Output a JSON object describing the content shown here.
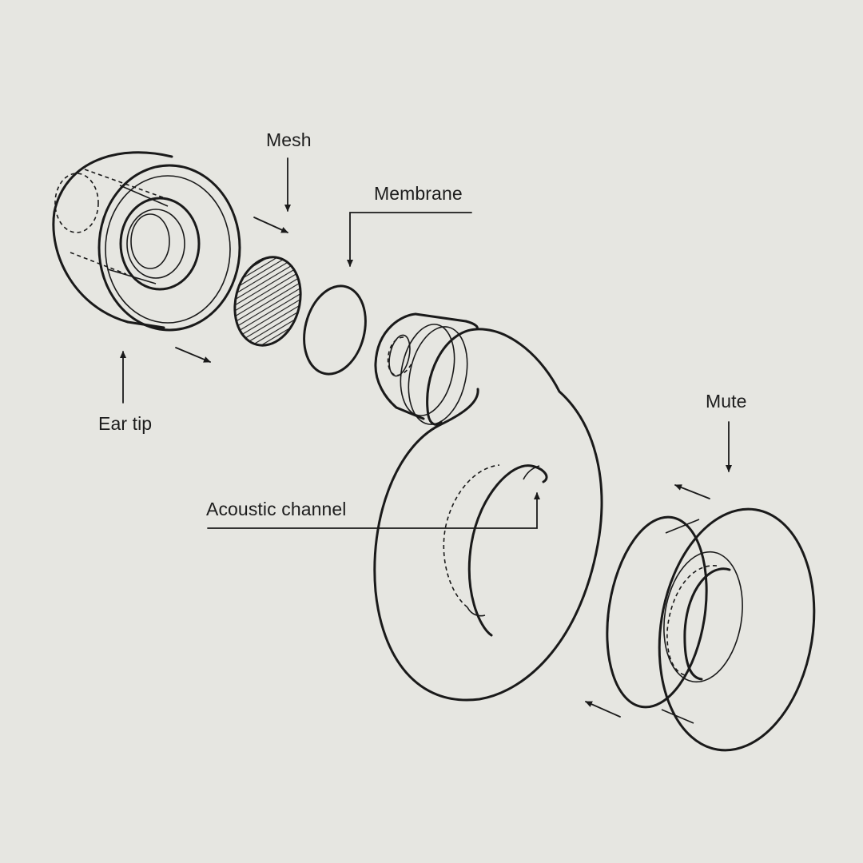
{
  "labels": {
    "mesh": "Mesh",
    "membrane": "Membrane",
    "ear_tip": "Ear tip",
    "mute": "Mute",
    "acoustic_channel": "Acoustic channel"
  },
  "colors": {
    "background": "#e6e6e1",
    "line": "#1a1a1a"
  }
}
